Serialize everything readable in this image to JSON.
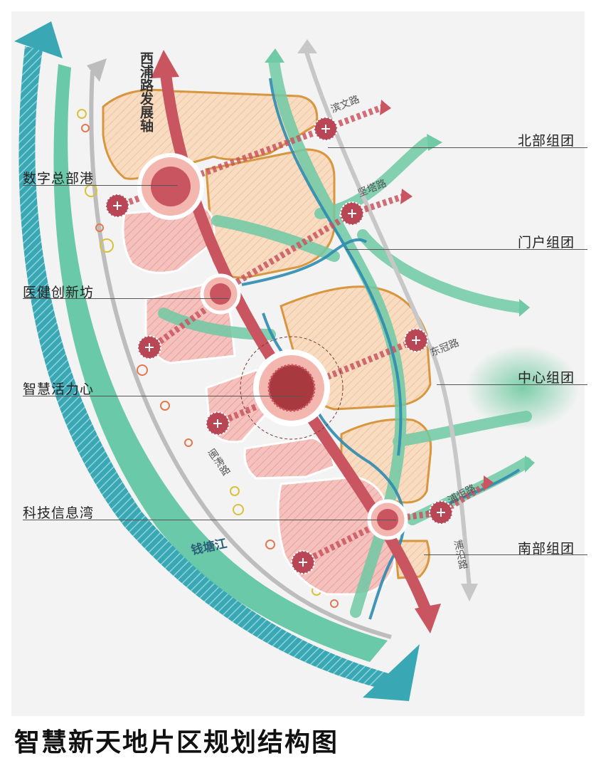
{
  "title": "智慧新天地片区规划结构图",
  "axis_label": "西浦路发展轴",
  "river_label": "钱塘江",
  "nodes": [
    {
      "id": "digital",
      "label": "数字总部港"
    },
    {
      "id": "medical",
      "label": "医健创新坊"
    },
    {
      "id": "vitality",
      "label": "智慧活力心"
    },
    {
      "id": "tech",
      "label": "科技信息湾"
    }
  ],
  "clusters": [
    {
      "id": "north",
      "label": "北部组团"
    },
    {
      "id": "gateway",
      "label": "门户组团"
    },
    {
      "id": "center",
      "label": "中心组团"
    },
    {
      "id": "south",
      "label": "南部组团"
    }
  ],
  "roads": [
    {
      "id": "binwen",
      "label": "滨文路"
    },
    {
      "id": "jianta",
      "label": "坚塔路"
    },
    {
      "id": "dongguan",
      "label": "东冠路"
    },
    {
      "id": "puju",
      "label": "浦炬路"
    },
    {
      "id": "puyan",
      "label": "浦沿路"
    },
    {
      "id": "mintao",
      "label": "闽涛路"
    }
  ],
  "colors": {
    "river": "#3aa8b4",
    "green_belt": "#5bc4a0",
    "axis": "#c95560",
    "zone_fill": "#f7d3b8",
    "zone_pink": "#f2b8b6",
    "zone_outline": "#d8963e",
    "waterway": "#2e8bb0"
  }
}
